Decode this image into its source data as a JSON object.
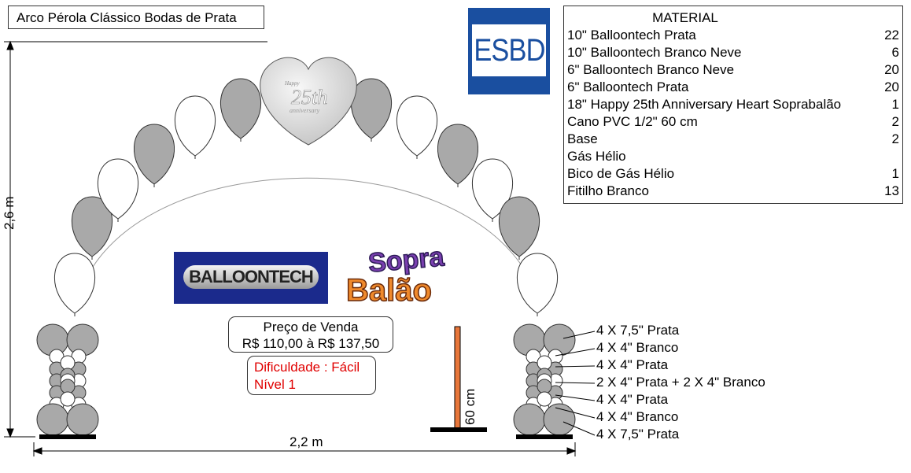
{
  "title": "Arco Pérola Clássico Bodas de Prata",
  "material": {
    "heading": "MATERIAL",
    "items": [
      {
        "name": "10\" Balloontech Prata",
        "qty": "22"
      },
      {
        "name": "10\" Balloontech Branco Neve",
        "qty": "6"
      },
      {
        "name": "6\" Balloontech Branco Neve",
        "qty": "20"
      },
      {
        "name": "6\" Balloontech Prata",
        "qty": "20"
      },
      {
        "name": "18\" Happy 25th Anniversary Heart Soprabalão",
        "qty": "1"
      },
      {
        "name": "Cano PVC 1/2\" 60 cm",
        "qty": "2"
      },
      {
        "name": "Base",
        "qty": "2"
      },
      {
        "name": "Gás Hélio",
        "qty": ""
      },
      {
        "name": "Bico de Gás Hélio",
        "qty": "1"
      },
      {
        "name": "Fitilho Branco",
        "qty": "13"
      }
    ]
  },
  "logos": {
    "esbd": "ESBD",
    "balloontech": "BALLOONTECH",
    "sopra_top": "Sopra",
    "sopra_bottom": "Balão"
  },
  "heart": {
    "line1": "Happy",
    "line2": "25th",
    "line3": "anniversary"
  },
  "price": {
    "label": "Preço de Venda",
    "range": "R$ 110,00 à R$ 137,50"
  },
  "difficulty": {
    "line1": "Dificuldade : Fácil",
    "line2": "Nível 1"
  },
  "dimensions": {
    "height": "2,6 m",
    "width": "2,2 m",
    "pole": "60 cm"
  },
  "column_labels": [
    "4 X 7,5\" Prata",
    "4 X 4\" Branco",
    "4 X 4\" Prata",
    "2 X 4\" Prata + 2 X 4\" Branco",
    "4 X 4\" Prata",
    "4 X 4\" Branco",
    "4 X 7,5\" Prata"
  ],
  "colors": {
    "silver": "#a9a9a9",
    "white": "#ffffff",
    "pole": "#e8763a",
    "logo_blue": "#1a4fa0",
    "difficulty": "#e00000"
  }
}
